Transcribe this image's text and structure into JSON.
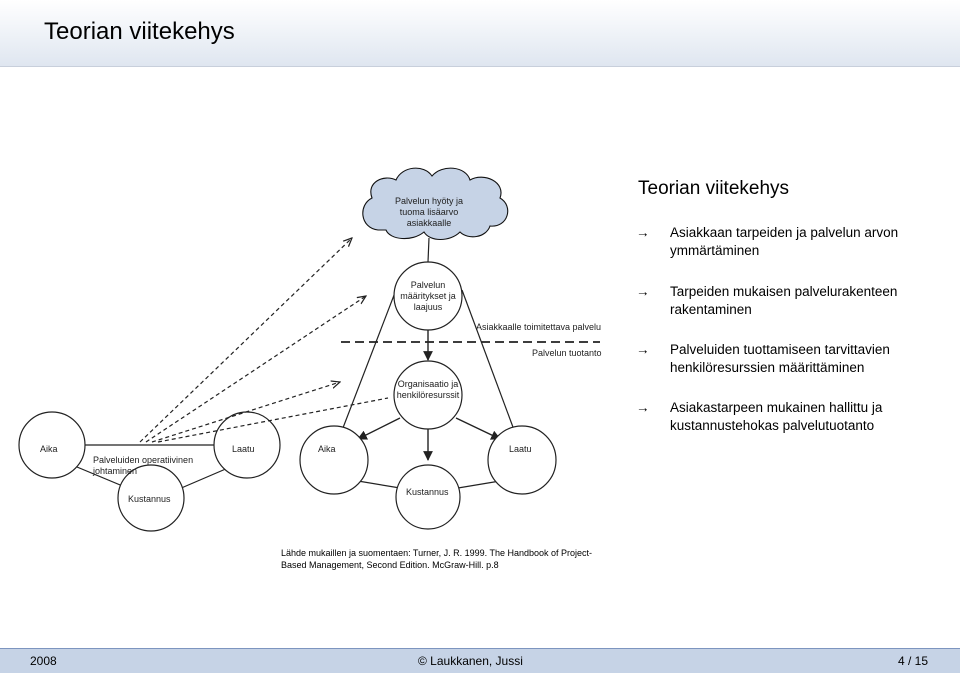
{
  "header": {
    "title": "Teorian viitekehys"
  },
  "diagram": {
    "cloud": "Palvelun hyöty ja tuoma lisäarvo asiakkaalle",
    "definition": "Palvelun määritykset ja laajuus",
    "organisation": "Organisaatio ja henkilöresurssit",
    "delivered": "Asiakkaalle toimitettava palvelu",
    "production": "Palvelun tuotanto",
    "operational_mgmt": "Palveluiden operatiivinen johtaminen",
    "left_time": "Aika",
    "left_quality": "Laatu",
    "left_cost": "Kustannus",
    "center_time": "Aika",
    "center_quality": "Laatu",
    "center_cost": "Kustannus"
  },
  "right": {
    "title": "Teorian viitekehys",
    "bullets": [
      "Asiakkaan tarpeiden ja palvelun arvon ymmärtäminen",
      "Tarpeiden mukaisen palvelurakenteen rakentaminen",
      "Palveluiden tuottamiseen tarvittavien henkilöresurssien määrittäminen",
      "Asiakastarpeen mukainen hallittu ja kustannustehokas palvelutuotanto"
    ]
  },
  "source": {
    "line1": "Lähde mukaillen ja suomentaen: Turner, J. R. 1999. The Handbook of Project-",
    "line2": "Based Management, Second Edition. McGraw-Hill. p.8"
  },
  "footer": {
    "year": "2008",
    "author": "© Laukkanen, Jussi",
    "page": "4 / 15"
  },
  "colors": {
    "header_bg": "#dfe6f0",
    "footer_bg": "#c6d3e6",
    "cloud_fill": "#c6d3e6"
  }
}
